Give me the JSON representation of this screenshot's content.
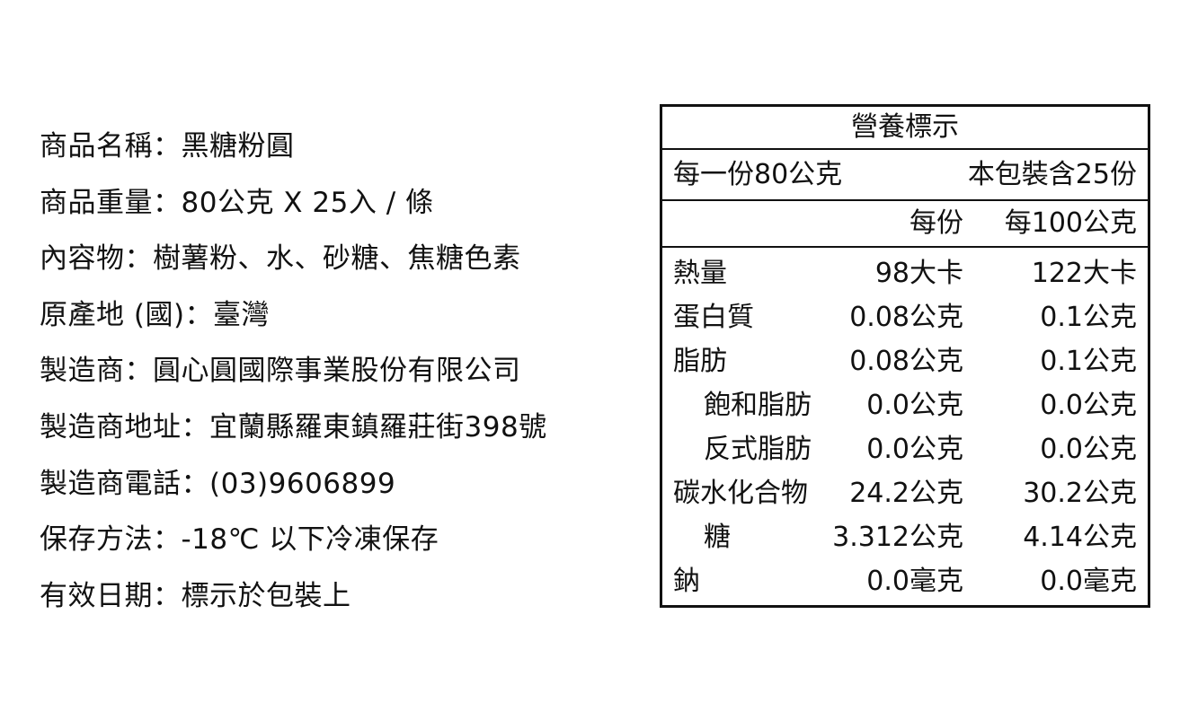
{
  "product_info": [
    "商品名稱：黑糖粉圓",
    "商品重量：80公克 X 25入 / 條",
    "內容物：樹薯粉、水、砂糖、焦糖色素",
    "原產地 (國)：臺灣",
    "製造商：圓心圓國際事業股份有限公司",
    "製造商地址：宜蘭縣羅東鎮羅莊街398號",
    "製造商電話：(03)9606899",
    "保存方法：-18℃ 以下冷凍保存",
    "有效日期：標示於包裝上"
  ],
  "nutrition": {
    "title": "營養標示",
    "serving_size": "每一份80公克",
    "servings_per_pack": "本包裝含25份",
    "col_per_serving": "每份",
    "col_per_100g": "每100公克",
    "rows": [
      {
        "name": "熱量",
        "per_serving": "98大卡",
        "per_100g": "122大卡"
      },
      {
        "name": "蛋白質",
        "per_serving": "0.08公克",
        "per_100g": "0.1公克"
      },
      {
        "name": "脂肪",
        "per_serving": "0.08公克",
        "per_100g": "0.1公克"
      },
      {
        "name": "飽和脂肪",
        "per_serving": "0.0公克",
        "per_100g": "0.0公克"
      },
      {
        "name": "反式脂肪",
        "per_serving": "0.0公克",
        "per_100g": "0.0公克"
      },
      {
        "name": "碳水化合物",
        "per_serving": "24.2公克",
        "per_100g": "30.2公克"
      },
      {
        "name": "糖",
        "per_serving": "3.312公克",
        "per_100g": "4.14公克"
      },
      {
        "name": "鈉",
        "per_serving": "0.0毫克",
        "per_100g": "0.0毫克"
      }
    ]
  }
}
